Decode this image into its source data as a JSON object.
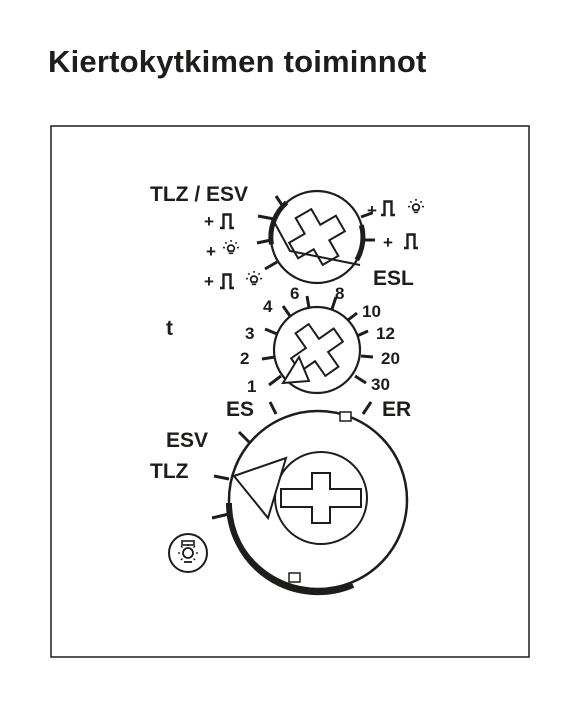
{
  "page": {
    "title": "Kiertokytkimen toiminnot"
  },
  "colors": {
    "ink": "#1d1d1b",
    "background": "#ffffff"
  },
  "top_dial": {
    "left_main_label": "TLZ / ESV",
    "left_options": [
      {
        "sign": "+",
        "icons": [
          "pulse-icon"
        ]
      },
      {
        "sign": "+",
        "icons": [
          "lamp-icon"
        ]
      },
      {
        "sign": "+",
        "icons": [
          "pulse-icon",
          "lamp-icon"
        ]
      }
    ],
    "right_options": [
      {
        "sign": "+",
        "icons": [
          "pulse-icon",
          "lamp-icon"
        ]
      },
      {
        "sign": "+",
        "icons": [
          "pulse-icon"
        ]
      }
    ],
    "right_main_label": "ESL"
  },
  "time_dial": {
    "label": "t",
    "values": [
      "1",
      "2",
      "3",
      "4",
      "6",
      "8",
      "10",
      "12",
      "20",
      "30"
    ]
  },
  "mode_dial": {
    "labels": [
      "ES",
      "ER",
      "ESV",
      "TLZ"
    ],
    "icon": "lamp-button-icon"
  }
}
